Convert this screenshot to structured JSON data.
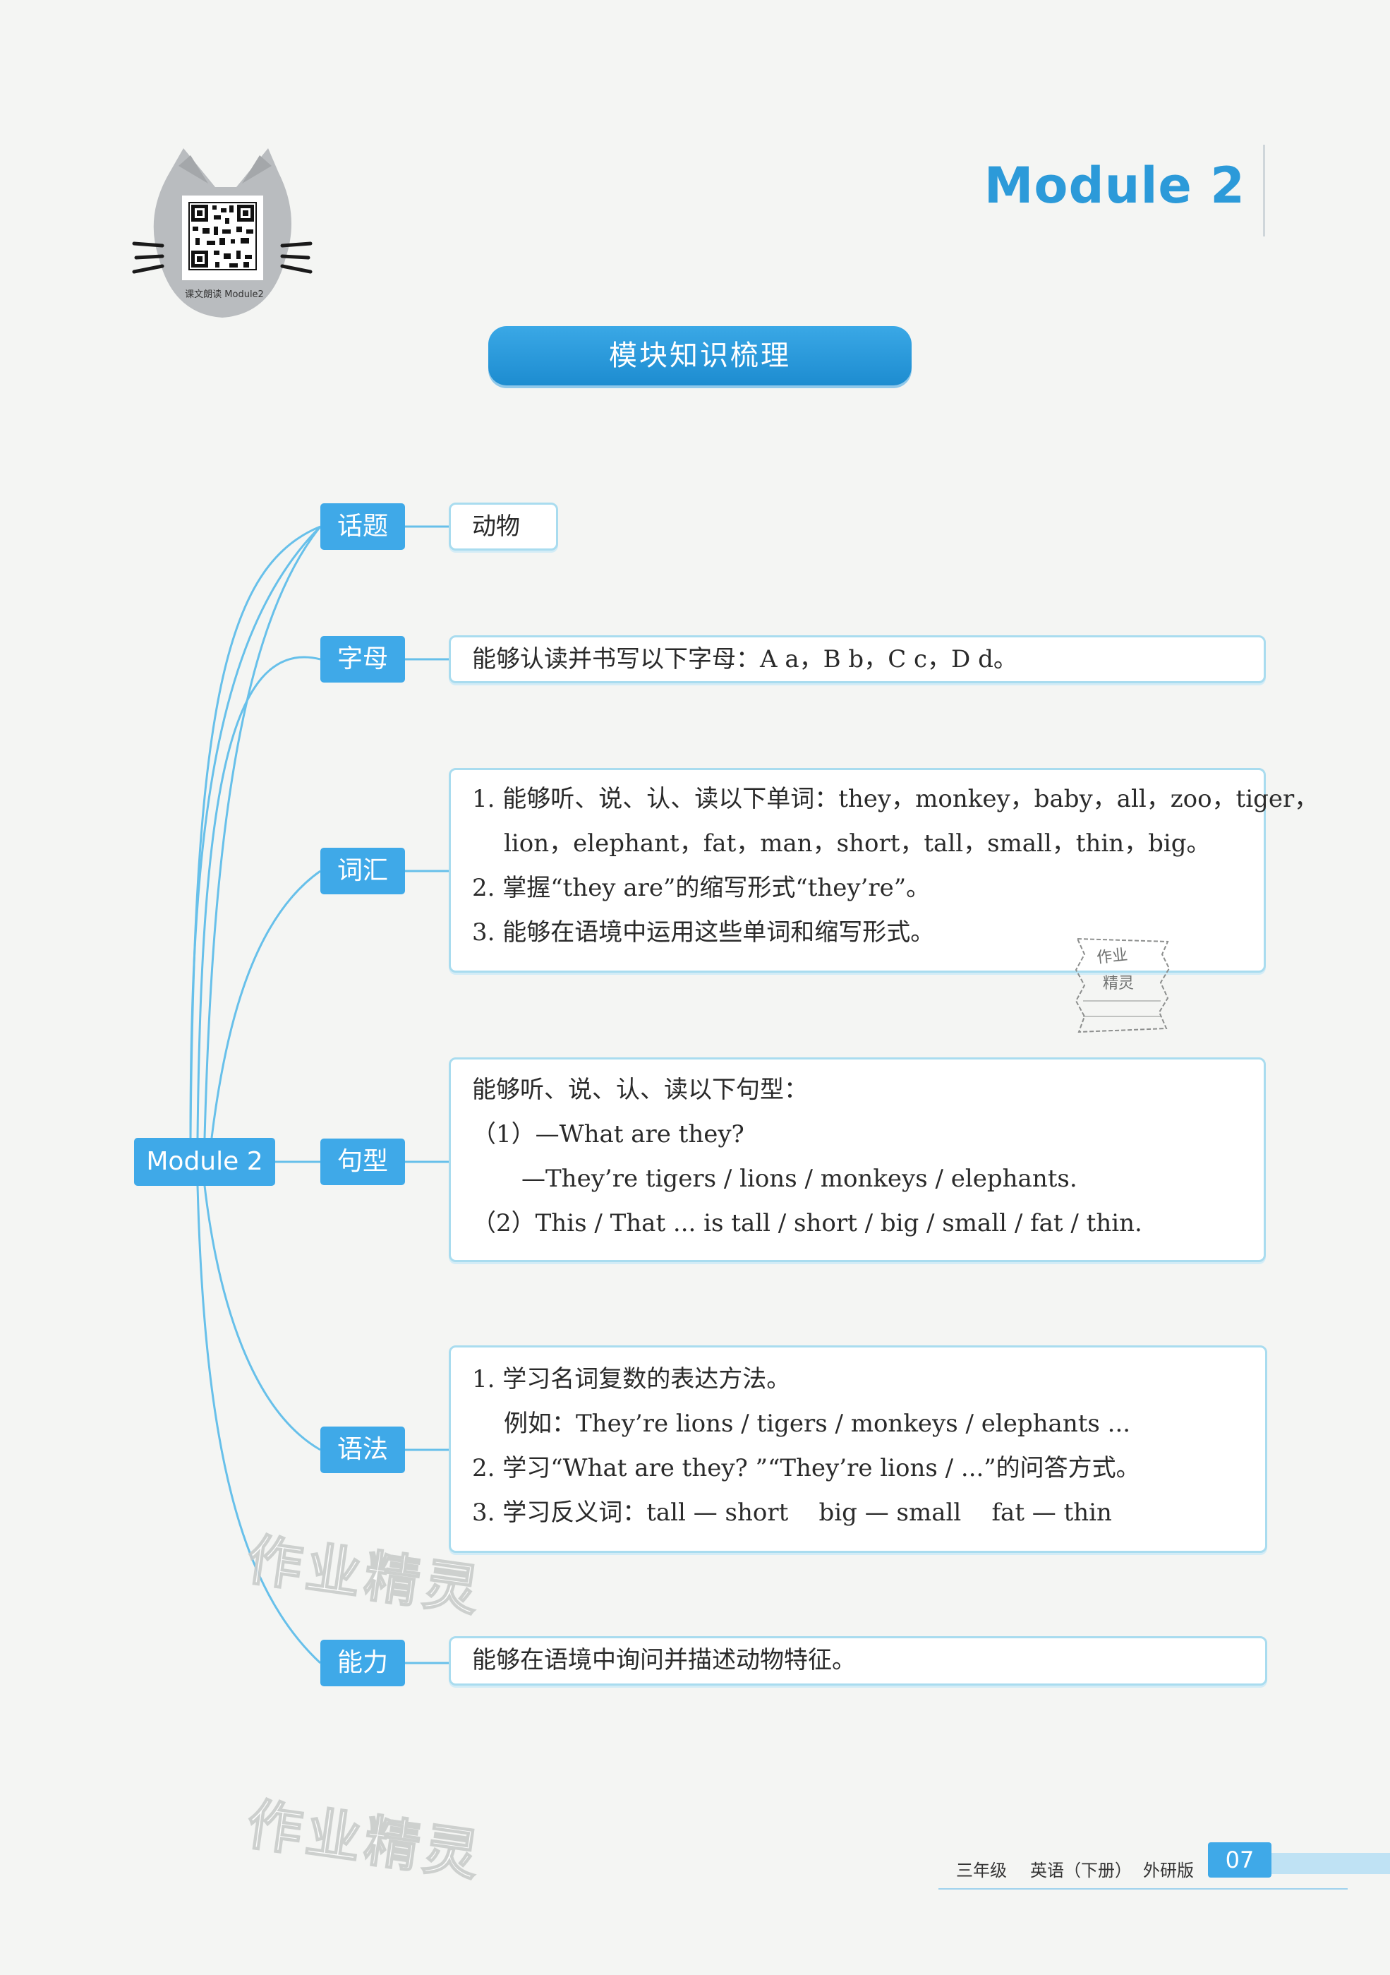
{
  "header": {
    "module_title": "Module 2",
    "qr_caption": "课文朗读 Module2"
  },
  "banner": {
    "title": "模块知识梳理"
  },
  "mindmap": {
    "root": "Module 2",
    "branches": [
      {
        "label": "话题",
        "lines": [
          "动物"
        ]
      },
      {
        "label": "字母",
        "lines": [
          "能够认读并书写以下字母：A a，B b，C c，D d。"
        ]
      },
      {
        "label": "词汇",
        "lines": [
          "1. 能够听、说、认、读以下单词：they，monkey，baby，all，zoo，tiger，",
          "lion，elephant，fat，man，short，tall，small，thin，big。",
          "2. 掌握“they are”的缩写形式“they’re”。",
          "3. 能够在语境中运用这些单词和缩写形式。"
        ]
      },
      {
        "label": "句型",
        "lines": [
          "能够听、说、认、读以下句型：",
          "（1）—What are they?",
          "—They’re tigers / lions / monkeys / elephants.",
          "（2）This / That ... is tall / short / big / small / fat / thin."
        ]
      },
      {
        "label": "语法",
        "lines": [
          "1. 学习名词复数的表达方法。",
          "例如：They’re lions / tigers / monkeys / elephants ...",
          "2. 学习“What are they? ”“They’re lions / ...”的问答方式。",
          "3. 学习反义词：tall — short    big — small    fat — thin"
        ]
      },
      {
        "label": "能力",
        "lines": [
          "能够在语境中询问并描述动物特征。"
        ]
      }
    ]
  },
  "watermarks": [
    "作业精灵",
    "作业精灵"
  ],
  "stamp": {
    "text": "作业精灵"
  },
  "footer": {
    "grade": "三年级",
    "subject": "英语（下册）",
    "edition": "外研版",
    "page_number": "07"
  },
  "colors": {
    "accent": "#3fa9e8",
    "box_border": "#a9dcef",
    "title_blue": "#2c9ad9"
  }
}
